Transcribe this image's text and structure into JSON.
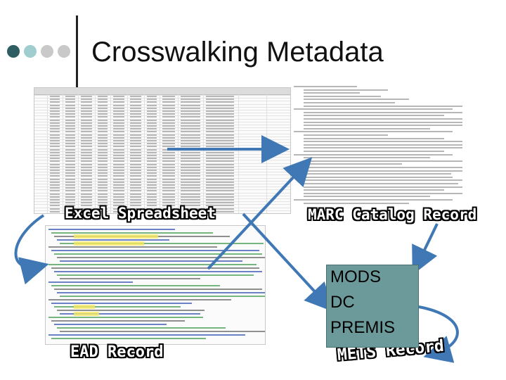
{
  "slide": {
    "title": "Crosswalking Metadata",
    "bullet_colors": [
      "#2e5e62",
      "#9fcdd0",
      "#c9c9c9",
      "#c9c9c9"
    ]
  },
  "labels": {
    "excel": "Excel Spreadsheet",
    "marc": "MARC Catalog Record",
    "ead": "EAD Record",
    "mets": "METS Record"
  },
  "formats_box": {
    "items": [
      "MODS",
      "DC",
      "PREMIS"
    ],
    "color": "#6c9a9a"
  },
  "colors": {
    "arrow": "#3f78b5",
    "ead_blue": "#1e3ea8",
    "ead_green": "#2f8f3a"
  }
}
